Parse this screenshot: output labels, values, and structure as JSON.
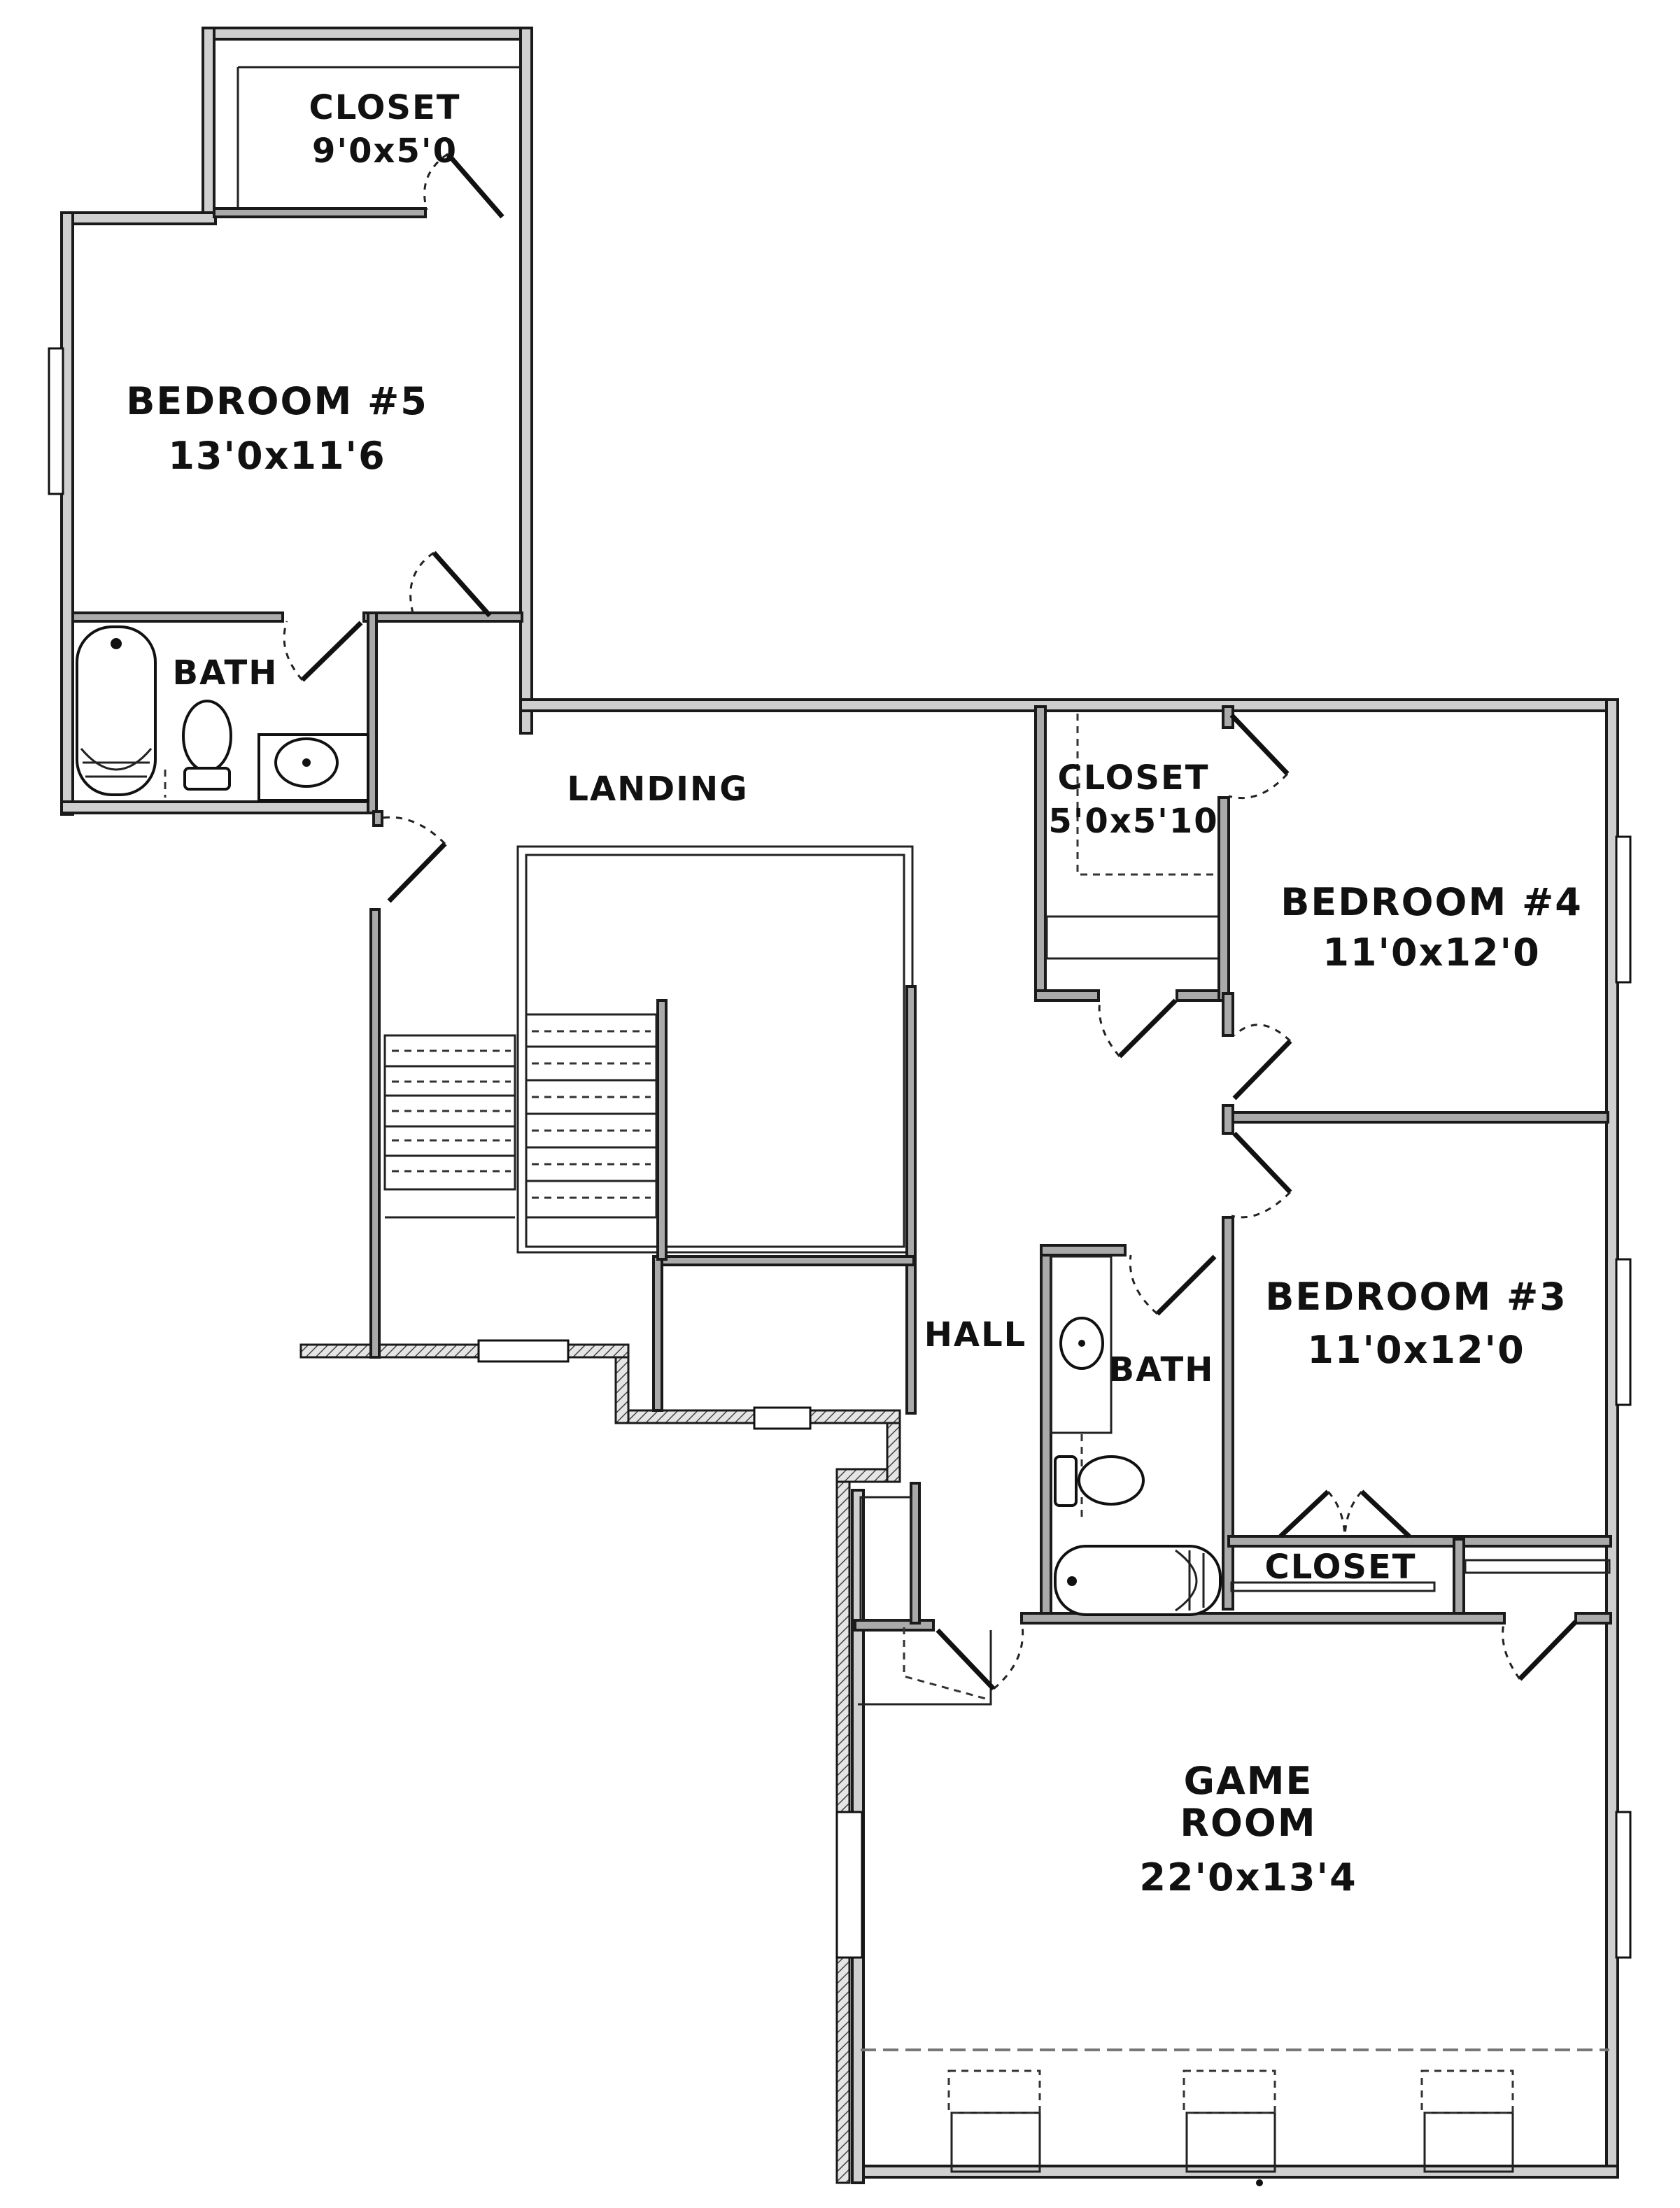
{
  "rooms": {
    "closet_top": {
      "name": "CLOSET",
      "size": "9'0x5'0"
    },
    "bedroom5": {
      "name": "BEDROOM #5",
      "size": "13'0x11'6"
    },
    "bath_upper": {
      "name": "BATH"
    },
    "landing": {
      "name": "LANDING"
    },
    "closet_bed4": {
      "name": "CLOSET",
      "size": "5'0x5'10"
    },
    "bedroom4": {
      "name": "BEDROOM #4",
      "size": "11'0x12'0"
    },
    "bedroom3": {
      "name": "BEDROOM #3",
      "size": "11'0x12'0"
    },
    "hall": {
      "name": "HALL"
    },
    "bath_lower": {
      "name": "BATH"
    },
    "closet_bed3": {
      "name": "CLOSET"
    },
    "game_room": {
      "name_line1": "GAME",
      "name_line2": "ROOM",
      "size": "22'0x13'4"
    }
  },
  "colors": {
    "wall_fill": "#aaaaaa",
    "line": "#1a1a1a",
    "background": "#ffffff"
  }
}
